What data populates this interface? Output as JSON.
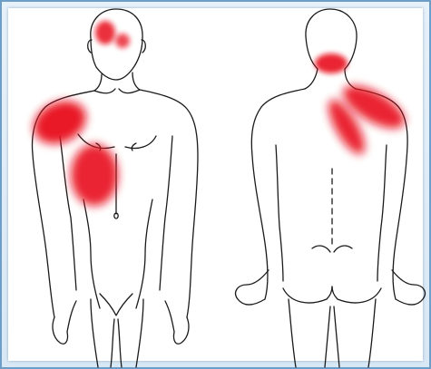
{
  "image": {
    "subject": "referred-pain-map",
    "views": [
      {
        "name": "front-view",
        "regions": [
          "head",
          "right-shoulder",
          "right-chest"
        ]
      },
      {
        "name": "back-view",
        "regions": [
          "neck",
          "right-upper-back",
          "right-shoulder"
        ]
      }
    ],
    "colors": {
      "pain": "#e8101a",
      "outline": "#1a1a1a",
      "frame": "#6d9ec7",
      "frame_fill": "#dde9f5",
      "background": "#ffffff"
    }
  }
}
